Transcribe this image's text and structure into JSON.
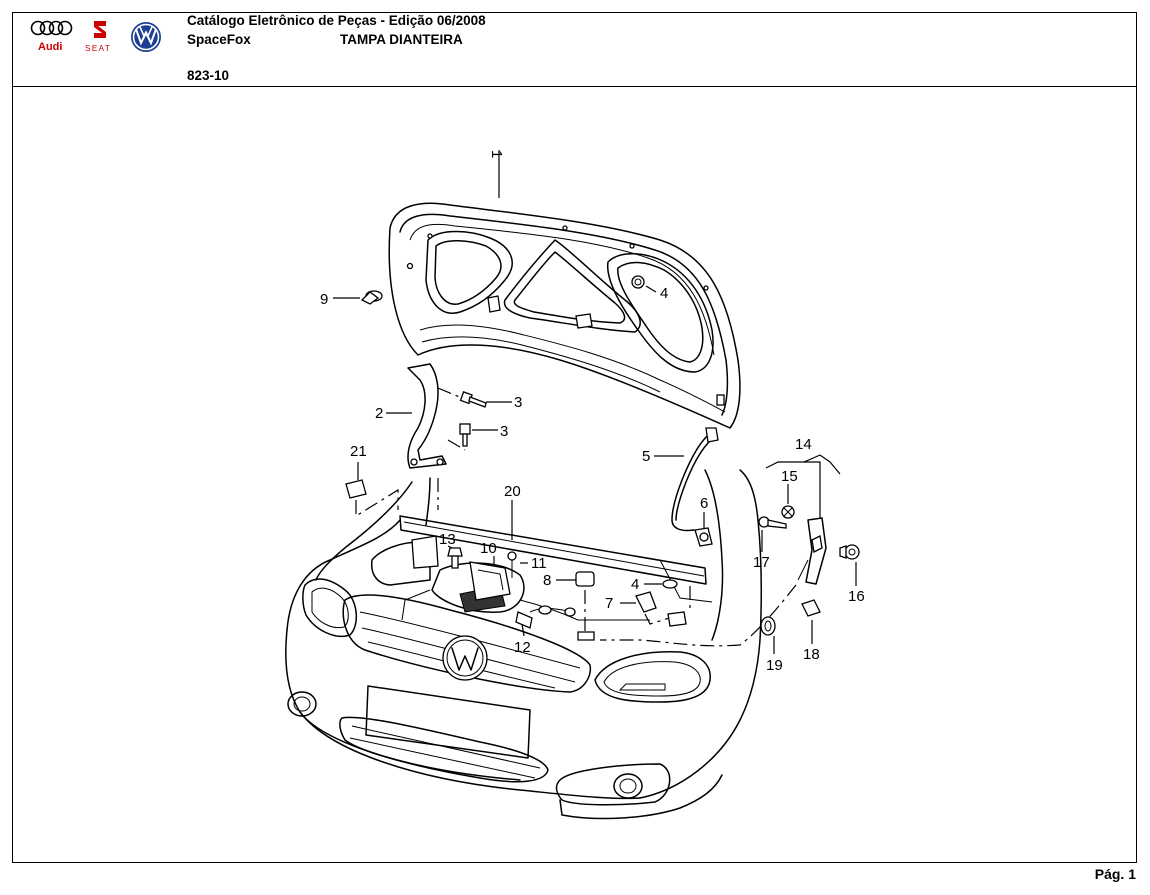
{
  "header": {
    "catalog_title": "Catálogo Eletrônico de Peças - Edição 06/2008",
    "model": "SpaceFox",
    "group": "TAMPA DIANTEIRA",
    "page_code": "823-10"
  },
  "logos": {
    "audi": "Audi",
    "seat": "SEAT",
    "brand_colors": {
      "audi_red": "#cc0000",
      "seat_red": "#cc0000",
      "vw_blue": "#1c3f94"
    }
  },
  "footer": {
    "page": "Pág. 1"
  },
  "callouts": {
    "c1": "1",
    "c2": "2",
    "c3a": "3",
    "c3b": "3",
    "c4a": "4",
    "c4b": "4",
    "c5": "5",
    "c6": "6",
    "c7": "7",
    "c8": "8",
    "c9": "9",
    "c10": "10",
    "c11": "11",
    "c12": "12",
    "c13": "13",
    "c14": "14",
    "c15": "15",
    "c16": "16",
    "c17": "17",
    "c18": "18",
    "c19": "19",
    "c20": "20",
    "c21": "21"
  }
}
